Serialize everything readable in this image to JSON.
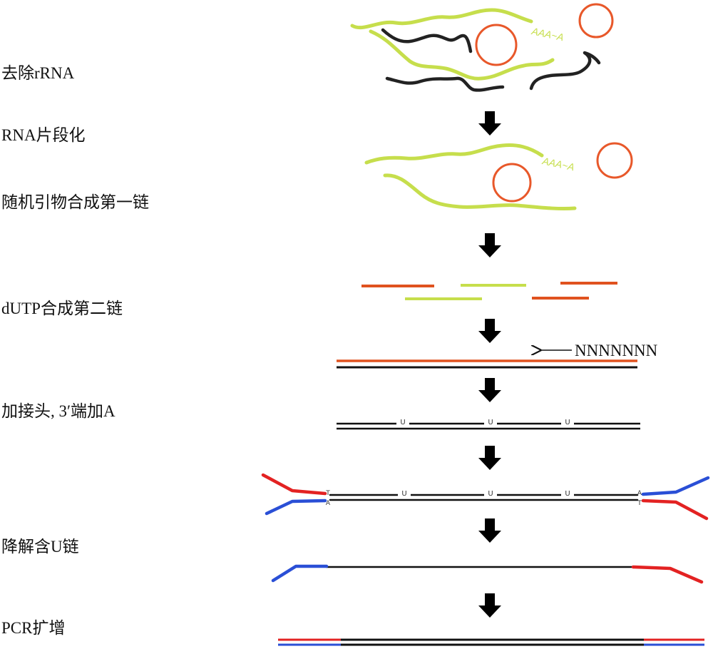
{
  "steps": [
    {
      "label": "去除rRNA"
    },
    {
      "label": "RNA片段化"
    },
    {
      "label": "随机引物合成第一链"
    },
    {
      "label": "dUTP合成第二链"
    },
    {
      "label": "加接头, 3′端加A"
    },
    {
      "label": "降解含U链"
    },
    {
      "label": "PCR扩增"
    }
  ],
  "polyA_label": "AAA~A",
  "primer_label": "NNNNNNN",
  "uracil_marker": "U",
  "adapter_bases": {
    "top": "T",
    "bottom": "A"
  },
  "colors": {
    "mrna": "#c6de4c",
    "rrna": "#222222",
    "circle": "#e8582a",
    "cdna": "#e0521f",
    "dna": "#111111",
    "adapter_red": "#e32222",
    "adapter_blue": "#2a4fd6",
    "arrow": "#000000",
    "text": "#111111"
  }
}
